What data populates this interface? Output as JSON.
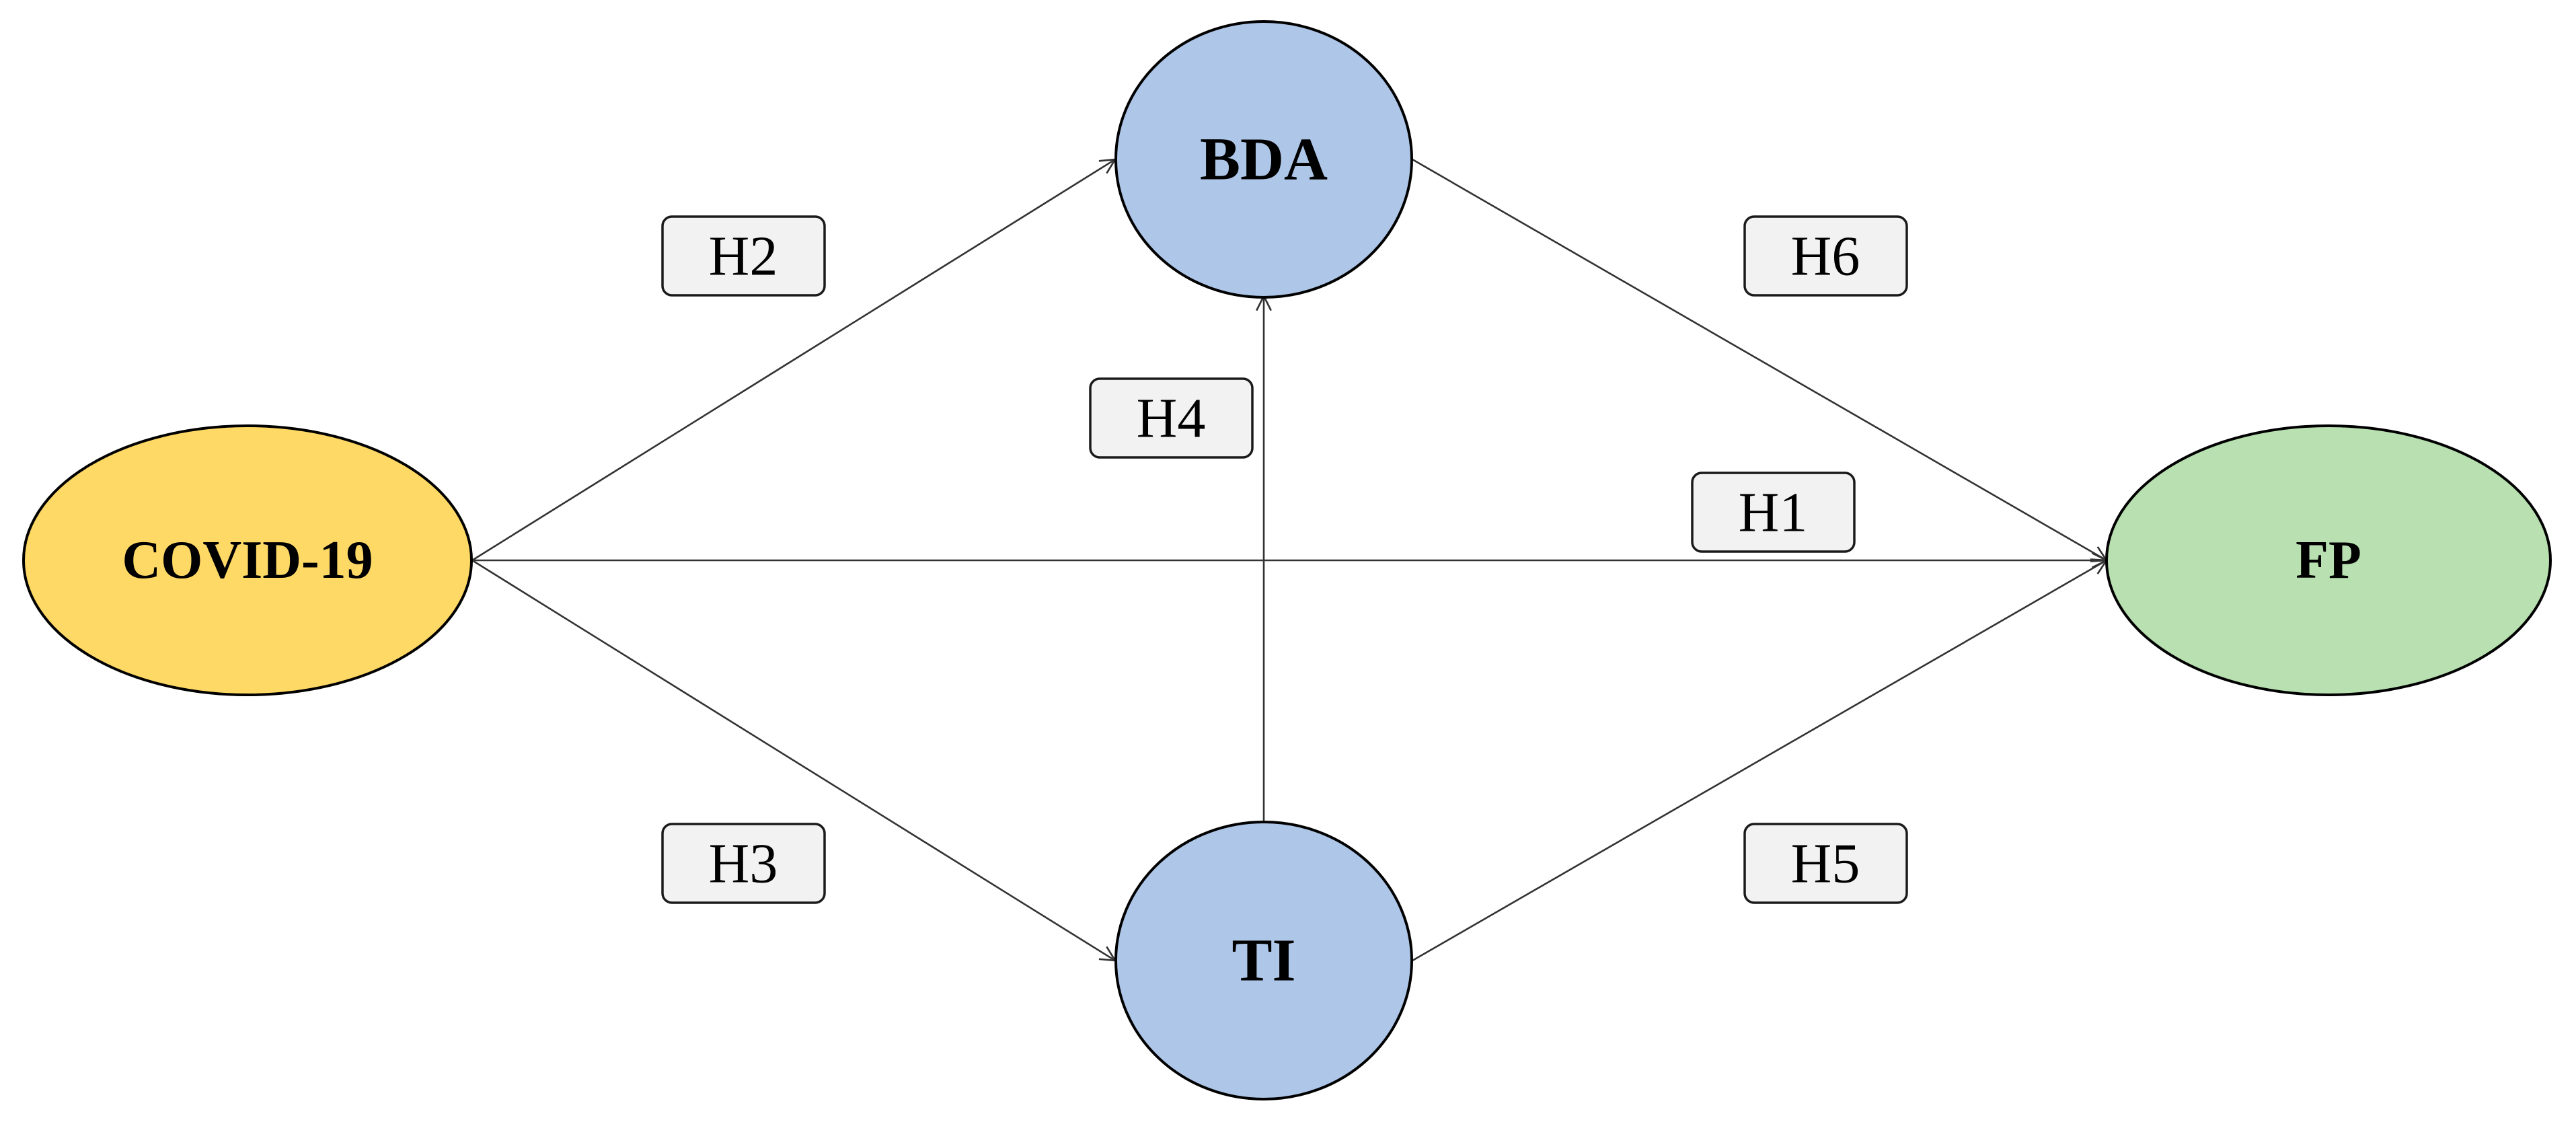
{
  "nodes": {
    "covid": {
      "label": "COVID-19",
      "color": "#FFD966"
    },
    "bda": {
      "label": "BDA",
      "color": "#AEC6E8"
    },
    "ti": {
      "label": "TI",
      "color": "#AEC6E8"
    },
    "fp": {
      "label": "FP",
      "color": "#B8E0B0"
    }
  },
  "hypotheses": {
    "h1": {
      "label": "H1",
      "from": "COVID-19",
      "to": "FP"
    },
    "h2": {
      "label": "H2",
      "from": "COVID-19",
      "to": "BDA"
    },
    "h3": {
      "label": "H3",
      "from": "COVID-19",
      "to": "TI"
    },
    "h4": {
      "label": "H4",
      "from": "TI",
      "to": "BDA"
    },
    "h5": {
      "label": "H5",
      "from": "TI",
      "to": "FP"
    },
    "h6": {
      "label": "H6",
      "from": "BDA",
      "to": "FP"
    }
  }
}
